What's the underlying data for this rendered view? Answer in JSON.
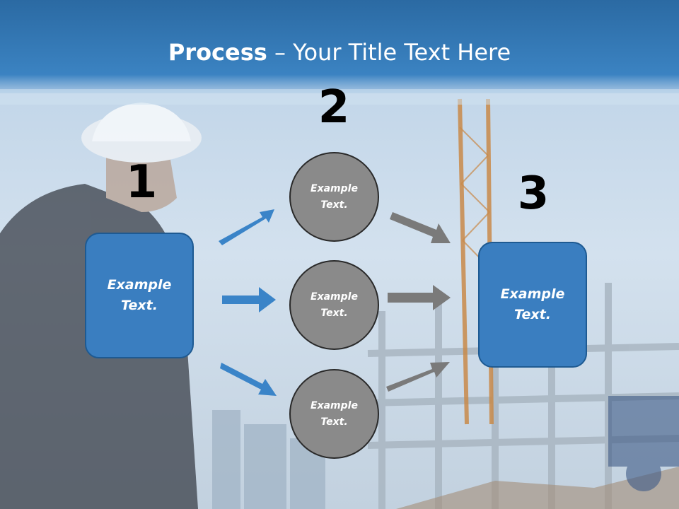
{
  "title": {
    "bold": "Process",
    "rest": " – Your Title Text Here"
  },
  "steps": [
    {
      "number": "1",
      "text_line1": "Example",
      "text_line2": "Text."
    },
    {
      "number": "2",
      "text_line1": "Example",
      "text_line2": "Text."
    },
    {
      "number": "3",
      "text_line1": "Example",
      "text_line2": "Text."
    }
  ],
  "circles": [
    {
      "text_line1": "Example",
      "text_line2": "Text."
    },
    {
      "text_line1": "Example",
      "text_line2": "Text."
    },
    {
      "text_line1": "Example",
      "text_line2": "Text."
    }
  ],
  "colors": {
    "header_blue": "#2f6ea8",
    "box_blue": "#3a7ec0",
    "circle_gray": "#8a8a8a",
    "arrow_gray": "#7a7a7a"
  }
}
